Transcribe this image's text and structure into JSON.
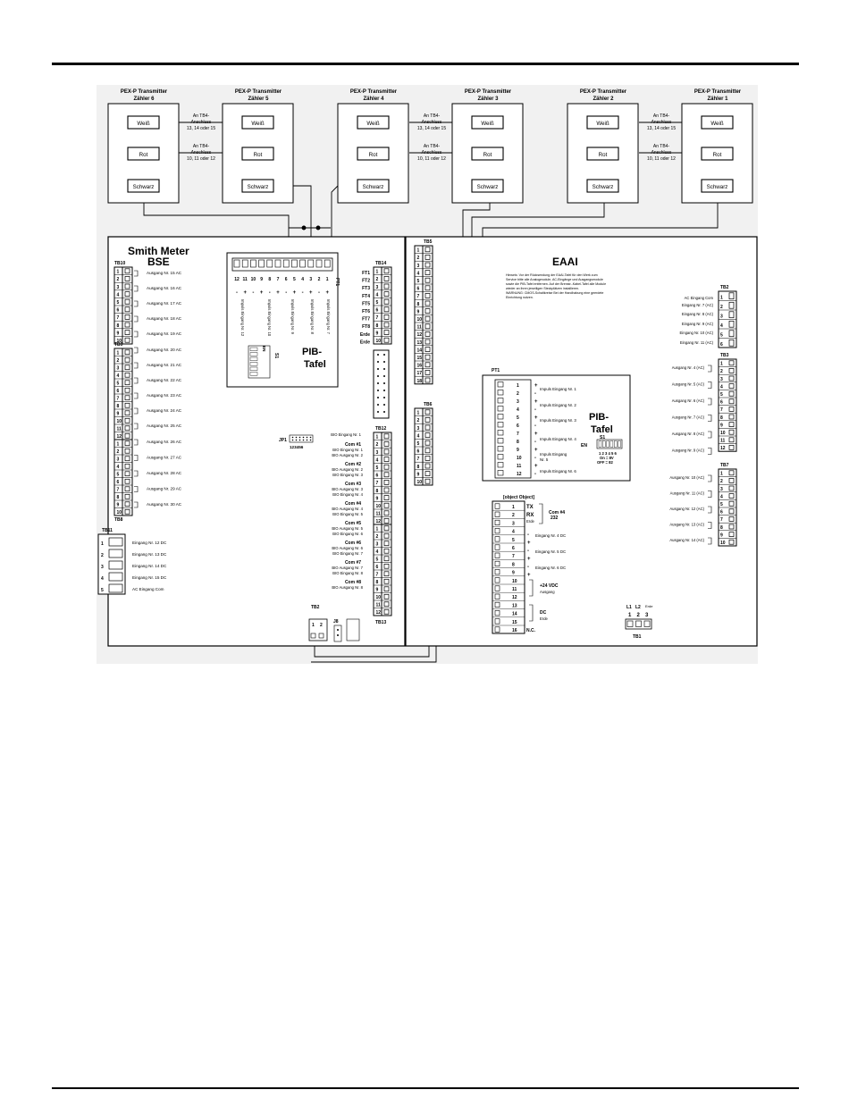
{
  "transmitters": [
    {
      "title": "PEX-P Transmitter",
      "sub": "Zähler 6"
    },
    {
      "title": "PEX-P Transmitter",
      "sub": "Zähler 5"
    },
    {
      "title": "PEX-P Transmitter",
      "sub": "Zähler 4"
    },
    {
      "title": "PEX-P Transmitter",
      "sub": "Zähler 3"
    },
    {
      "title": "PEX-P Transmitter",
      "sub": "Zähler 2"
    },
    {
      "title": "PEX-P Transmitter",
      "sub": "Zähler 1"
    }
  ],
  "wire_labels": {
    "white": "Weiß",
    "red": "Rot",
    "black": "Schwarz"
  },
  "notes": {
    "n1": [
      "An TB4-",
      "Anschluss",
      "13, 14 oder 15"
    ],
    "n2": [
      "An TB4-",
      "Anschluss",
      "10, 11 oder 12"
    ]
  },
  "bse": {
    "title": [
      "Smith Meter",
      "BSE"
    ],
    "tb10": "TB10",
    "tb9": "TB9",
    "tb8": "TB8",
    "tb11": "TB11",
    "tb14": "TB14",
    "tb12": "TB12",
    "tb13": "TB13",
    "tb2": "TB2",
    "j8": "J8",
    "jp1": "JP1",
    "jp1_pins": "123456",
    "pib_title": [
      "PIB-",
      "Tafel"
    ],
    "pt1": "PT1",
    "s1": "S1",
    "en": "EN",
    "pib_pins": [
      "12",
      "11",
      "10",
      "9",
      "8",
      "7",
      "6",
      "5",
      "4",
      "3",
      "2",
      "1"
    ],
    "pib_signs": [
      "-",
      "+",
      "-",
      "+",
      "-",
      "+",
      "-",
      "+",
      "-",
      "+",
      "-",
      "+"
    ],
    "pib_inputs": [
      "Impuls Eingang Nr. 12",
      "Impuls Eingang Nr. 10",
      "Impuls Eingang Nr. 9",
      "Impuls Eingang Nr. 8",
      "Impuls Eingang Nr. 7"
    ],
    "dip_text": [
      "ON = 8V",
      "OFF = 82"
    ],
    "outputs_tb10": [
      "Ausgang Nr. 15 AC",
      "Ausgang Nr. 16 AC",
      "Ausgang Nr. 17 AC",
      "Ausgang Nr. 18 AC",
      "Ausgang Nr. 19 AC"
    ],
    "outputs_tb9": [
      "Ausgang Nr. 20 AC",
      "Ausgang Nr. 21 AC",
      "Ausgang Nr. 22 AC",
      "Ausgang Nr. 23 AC",
      "Ausgang Nr. 24 AC",
      "Ausgang Nr. 25 AC"
    ],
    "outputs_tb8": [
      "Ausgang Nr. 26 AC",
      "Ausgang Nr. 27 AC",
      "Ausgang Nr. 28 AC",
      "Ausgang Nr. 29 AC",
      "Ausgang Nr. 30 AC"
    ],
    "inputs_tb11": [
      "Eingang Nr. 12 DC",
      "Eingang Nr. 13 DC",
      "Eingang Nr. 14 DC",
      "Eingang Nr. 15 DC",
      "AC Eingang Com"
    ],
    "ft": [
      "FT1",
      "FT2",
      "FT3",
      "FT4",
      "FT5",
      "FT6",
      "FT7",
      "FT8",
      "Erde",
      "Erde"
    ],
    "coms": [
      {
        "name": "Com #1",
        "a": "BIO Eingang Nr. 1",
        "b": "BIO Ausgang Nr. 2"
      },
      {
        "name": "Com #2",
        "a": "BIO Ausgang Nr. 2",
        "b": "BIO Eingang Nr. 3"
      },
      {
        "name": "Com #3",
        "a": "BIO Ausgang Nr. 3",
        "b": "BIO Eingang Nr. 4"
      },
      {
        "name": "Com #4",
        "a": "BIO Ausgang Nr. 4",
        "b": "BIO Eingang Nr. 5"
      },
      {
        "name": "Com #5",
        "a": "BIO Ausgang Nr. 5",
        "b": "BIO Eingang Nr. 6"
      },
      {
        "name": "Com #6",
        "a": "BIO Ausgang Nr. 6",
        "b": "BIO Eingang Nr. 7"
      },
      {
        "name": "Com #7",
        "a": "BIO Ausgang Nr. 7",
        "b": "BIO Eingang Nr. 8"
      },
      {
        "name": "Com #8",
        "a": "BIO Ausgang Nr. 8",
        "b": ""
      }
    ],
    "bio_top": "BIO Eingang Nr. 1"
  },
  "eaai": {
    "title": "EAAI",
    "note": [
      "Hinweis: Vor der Rücksendung der EAAI-Tafel für den Werk zum",
      "Service bitte alle Analogmodule, AC-Eingänge und Ausgangsmodule",
      "sowie die PIB-Tafel entfernen. Auf der Brenstr.-Kabel-Tafel alle Module",
      "wieder an ihren jeweiligen Steckplätzen installieren.",
      "WARNUNG: CMOS-Schaltkreise Bei der Handhabung eine geerdete",
      "Einrichtung nutzen."
    ],
    "tb5": "TB5",
    "tb6": "TB6",
    "tb4": {
      "tx": "TX",
      "rx": "RX",
      "erde": "Erde",
      "com": "Com #4",
      "com2": "232",
      "in4": "Eingang Nr. 4 DC",
      "in5": "Eingang Nr. 5 DC",
      "in6": "Eingang Nr. 6 DC",
      "v24": "+24 VDC",
      "ausgang": "Ausgang",
      "dc": "DC",
      "erde2": "Erde",
      "nc": "N.C."
    },
    "tb2": "TB2",
    "tb3": "TB3",
    "tb7": "TB7",
    "tb1": "TB1",
    "pt1": "PT1",
    "pib_title": [
      "PIB-",
      "Tafel"
    ],
    "s1": "S1",
    "en": "EN",
    "s1_pins": "1 2 3 4 5 6",
    "dip_text": [
      "On = 8V",
      "OFF = 82"
    ],
    "pib_inputs": [
      "Impuls Eingang Nr. 1",
      "Impuls Eingang Nr. 2",
      "Impuls Eingang Nr. 3",
      "Impuls Eingang Nr. 4",
      "Impuls Eingang",
      "Nr. 5",
      "Impuls Eingang Nr. 6"
    ],
    "tb2_labels": [
      "AC Eingang Com",
      "Eingang Nr. 7 (AC)",
      "Eingang Nr. 8 (AC)",
      "Eingang Nr. 9 (AC)",
      "Eingang Nr. 10 (AC)",
      "Eingang Nr. 11 (AC)"
    ],
    "tb3_labels": [
      "Ausgang Nr. 4 (AC)",
      "Ausgang Nr. 5 (AC)",
      "Ausgang Nr. 6 (AC)",
      "Ausgang Nr. 7 (AC)",
      "Ausgang Nr. 8 (AC)",
      "Ausgang Nr. 9 (AC)"
    ],
    "tb7_labels": [
      "Ausgang Nr. 10 (AC)",
      "Ausgang Nr. 11 (AC)",
      "Ausgang Nr. 12 (AC)",
      "Ausgang Nr. 13 (AC)",
      "Ausgang Nr. 14 (AC)"
    ],
    "tb1_labels": [
      "L1",
      "L2",
      "Erde"
    ],
    "tb1_pins": [
      "1",
      "2",
      "3"
    ]
  }
}
